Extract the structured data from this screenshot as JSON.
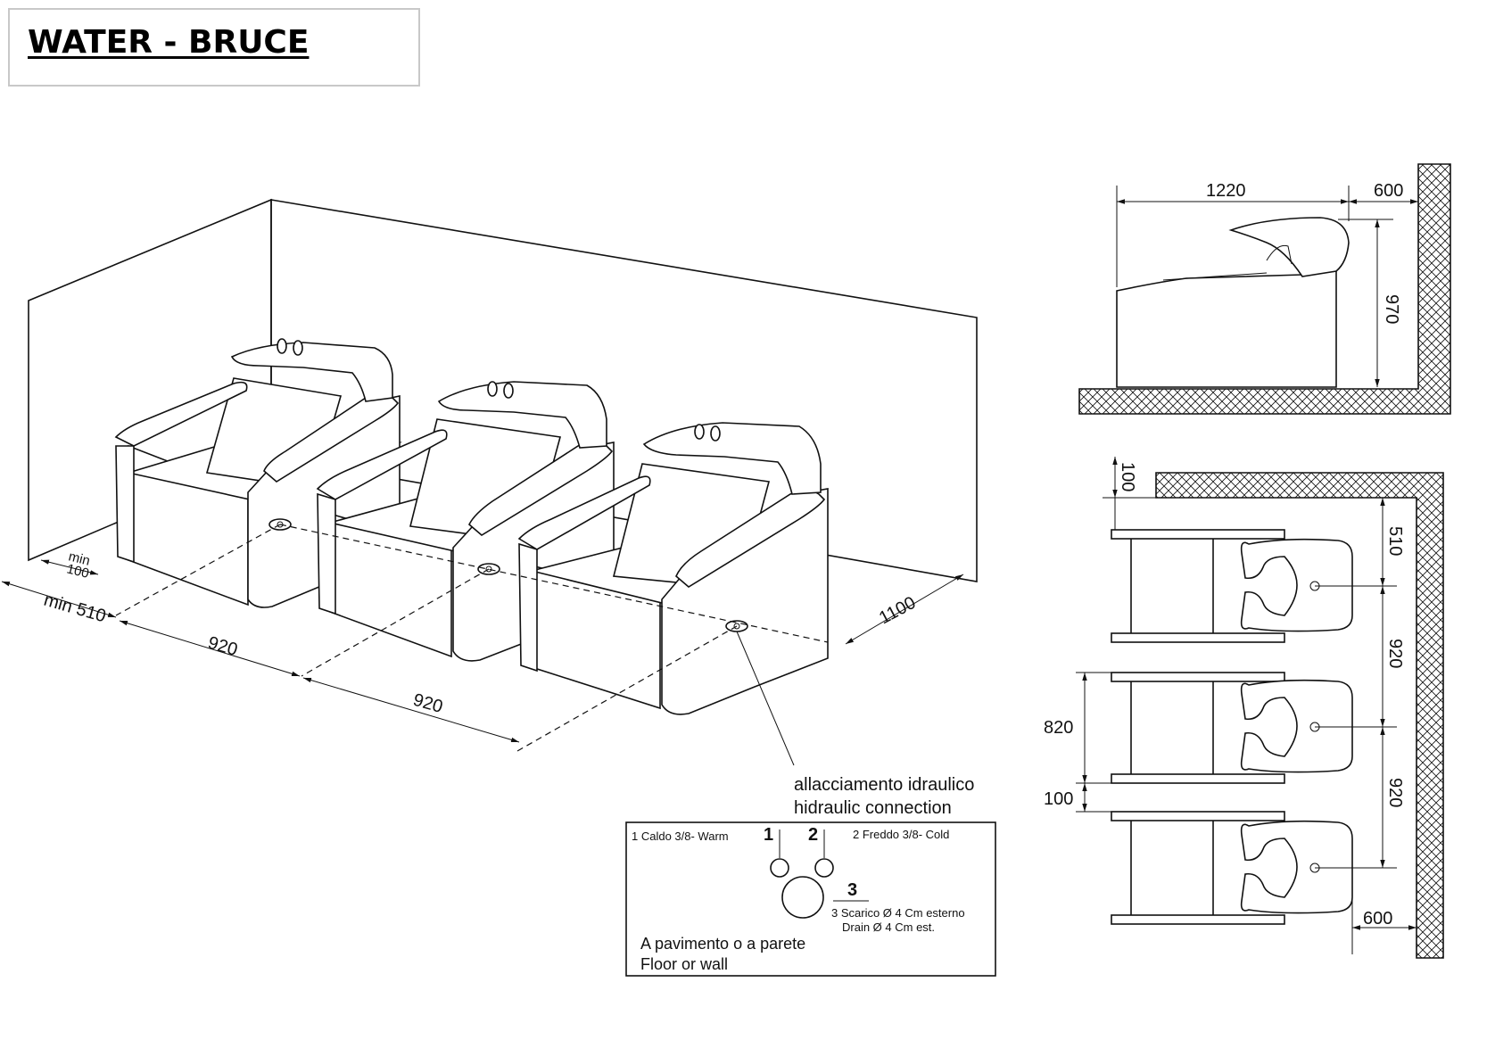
{
  "title": "WATER - BRUCE",
  "perspective_view": {
    "dims": {
      "min100_line1": "min",
      "min100_line2": "100",
      "min510": "min 510",
      "spacing_a": "920",
      "spacing_b": "920",
      "depth": "1100"
    },
    "callout_line1": "allacciamento idraulico",
    "callout_line2": "hidraulic connection"
  },
  "side_view": {
    "dims": {
      "length": "1220",
      "wall_gap": "600",
      "height": "970"
    }
  },
  "plan_view": {
    "dims": {
      "wall_offset": "100",
      "first_center": "510",
      "spacing_a": "920",
      "spacing_b": "920",
      "unit_width": "820",
      "gap": "100",
      "wall_gap": "600"
    }
  },
  "legend": {
    "item1": "1 Caldo 3/8- Warm",
    "num1": "1",
    "num2": "2",
    "item2": "2 Freddo 3/8- Cold",
    "num3": "3",
    "item3_line1": "3 Scarico Ø 4 Cm esterno",
    "item3_line2": "Drain  Ø 4 Cm est.",
    "footer_line1": "A pavimento o a parete",
    "footer_line2": "Floor or wall"
  }
}
